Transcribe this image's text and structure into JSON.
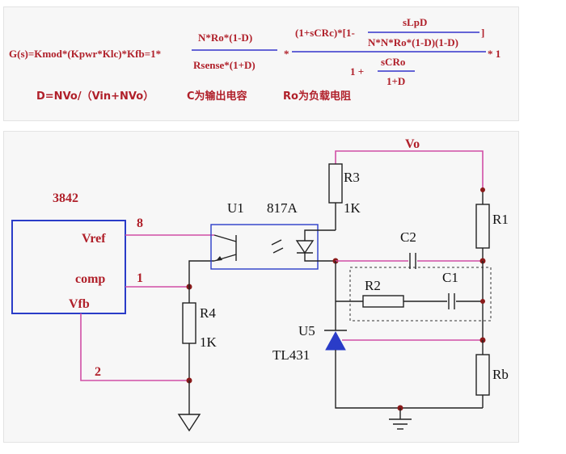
{
  "formula": {
    "lhs": "G(s)=Kmod*(Kpwr*Klc)*Kfb=1*",
    "frac1_num": "N*Ro*(1-D)",
    "frac1_den": "Rsense*(1+D)",
    "times": "*",
    "frac2_num_a": "(1+sCRc)*[1-",
    "frac2_inner_num": "sLpD",
    "frac2_inner_den": "N*N*Ro*(1-D)(1-D)",
    "frac2_num_close": "]",
    "frac2_den_a": "1 +",
    "frac2_den_num": "sCRo",
    "frac2_den_den": "1+D",
    "tail": "* 1",
    "line2_d": "D=NVo/（Vin+NVo）",
    "line2_c": "C为输出电容",
    "line2_ro": "Ro为负载电阻"
  },
  "circuit": {
    "ic_name": "3842",
    "ic_pins": {
      "vref": "Vref",
      "comp": "comp",
      "vfb": "Vfb"
    },
    "pin_numbers": {
      "p8": "8",
      "p1": "1",
      "p2": "2"
    },
    "opto": {
      "ref": "U1",
      "part": "817A"
    },
    "vo": "Vo",
    "r3": {
      "ref": "R3",
      "value": "1K"
    },
    "r4": {
      "ref": "R4",
      "value": "1K"
    },
    "r1": "R1",
    "r2": "R2",
    "rb": "Rb",
    "c1": "C1",
    "c2": "C2",
    "u5": {
      "ref": "U5",
      "part": "TL431"
    }
  },
  "colors": {
    "label_red": "#b0202a",
    "wire_pink": "#d14fa6",
    "ic_blue": "#2a3cc8",
    "formula_bar_blue": "#3333cc"
  }
}
